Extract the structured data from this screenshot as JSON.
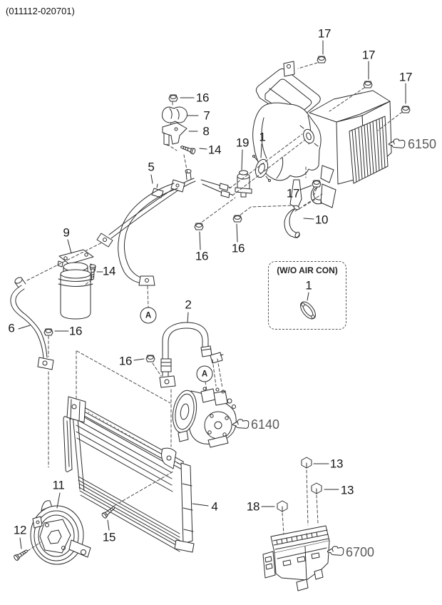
{
  "header": {
    "revision_code": "(011112-020701)"
  },
  "labels": {
    "nut17_top": "17",
    "nut17_mid": "17",
    "nut17_right": "17",
    "nut17_low": "17",
    "nut16_top": "16",
    "clamp7": "7",
    "bracket8": "8",
    "bolt14_top": "14",
    "valve19": "19",
    "seal1": "1",
    "pipe5": "5",
    "hose10": "10",
    "nut16_pipe5_left": "16",
    "nut16_pipe5_right": "16",
    "drier9": "9",
    "bolt14_drier": "14",
    "pipe6": "6",
    "nut16_pipe6": "16",
    "nut16_hose2": "16",
    "hose2": "2",
    "condenser4": "4",
    "horn11": "11",
    "bolt12": "12",
    "bolt15": "15",
    "relay13_top": "13",
    "relay13_mid": "13",
    "relay18": "18"
  },
  "callouts": {
    "evaporator": "6150",
    "compressor": "6140",
    "fusebox": "6700"
  },
  "markers": {
    "a_upper": "A",
    "a_lower": "A"
  },
  "wo_air_con": {
    "title": "(W/O AIR CON)",
    "part1": "1"
  }
}
